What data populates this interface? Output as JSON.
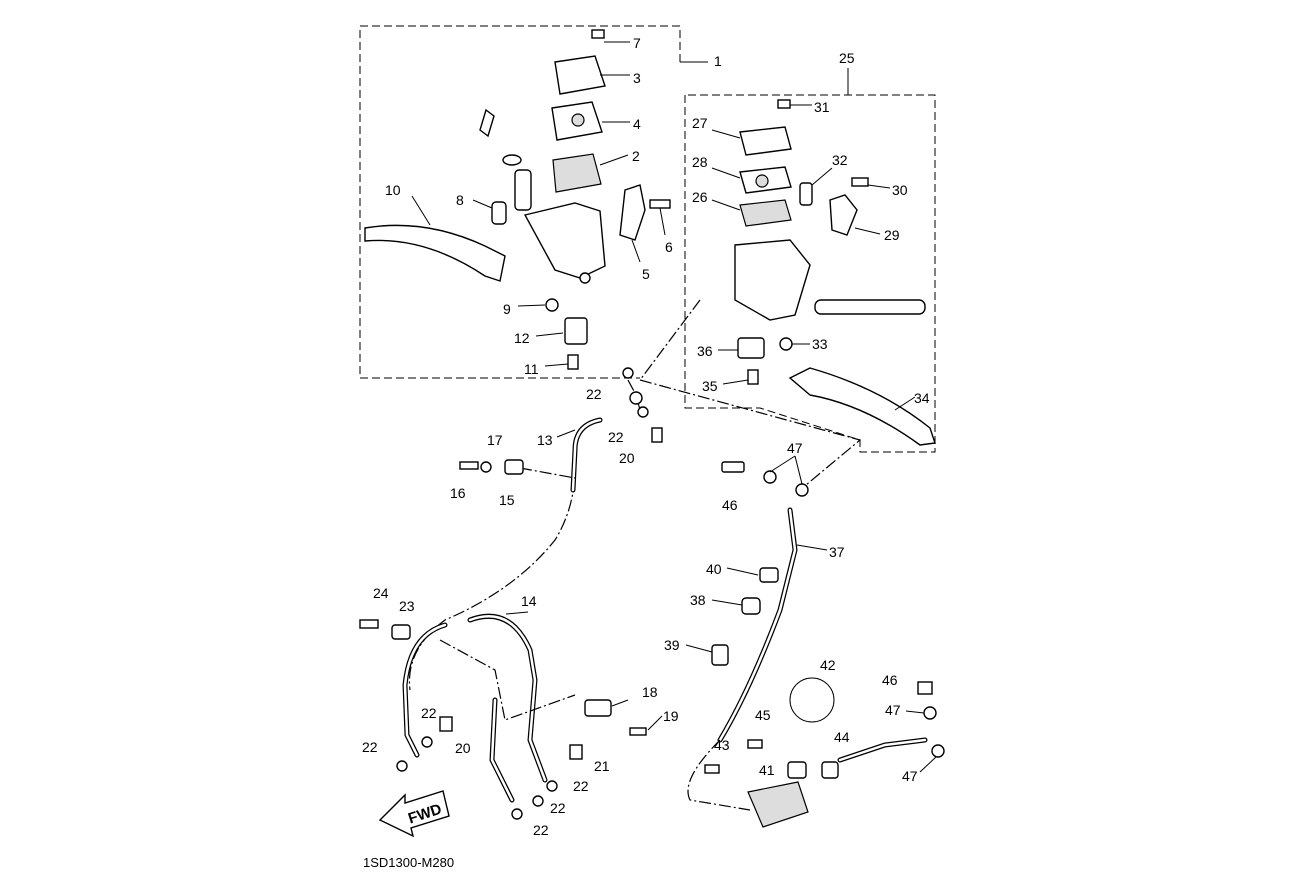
{
  "diagram_code": "1SD1300-M280",
  "fwd_label": "FWD",
  "labels": [
    "7",
    "1",
    "3",
    "4",
    "2",
    "10",
    "8",
    "6",
    "5",
    "9",
    "12",
    "11",
    "22",
    "13",
    "22",
    "20",
    "17",
    "16",
    "15",
    "25",
    "31",
    "27",
    "32",
    "28",
    "30",
    "26",
    "29",
    "36",
    "33",
    "35",
    "34",
    "47",
    "46",
    "37",
    "40",
    "38",
    "39",
    "42",
    "46",
    "47",
    "45",
    "44",
    "43",
    "41",
    "47",
    "24",
    "23",
    "14",
    "18",
    "19",
    "22",
    "20",
    "22",
    "21",
    "22",
    "22",
    "22"
  ]
}
